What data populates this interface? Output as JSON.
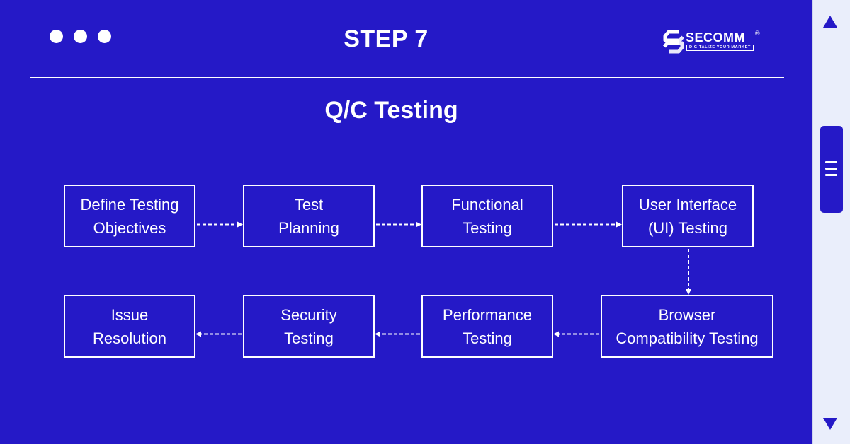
{
  "header": {
    "step_title": "STEP 7",
    "logo": {
      "name": "SECOMM",
      "registered": "®",
      "tagline": "DIGITALIZE YOUR MARKET"
    }
  },
  "subtitle": "Q/C Testing",
  "flow": {
    "nodes": [
      {
        "id": "define",
        "label": "Define Testing\nObjectives"
      },
      {
        "id": "planning",
        "label": "Test\nPlanning"
      },
      {
        "id": "functional",
        "label": "Functional\nTesting"
      },
      {
        "id": "ui",
        "label": "User Interface\n(UI) Testing"
      },
      {
        "id": "browser",
        "label": "Browser\nCompatibility Testing"
      },
      {
        "id": "performance",
        "label": "Performance\nTesting"
      },
      {
        "id": "security",
        "label": "Security\nTesting"
      },
      {
        "id": "issue",
        "label": "Issue\nResolution"
      }
    ],
    "edges": [
      {
        "from": "define",
        "to": "planning",
        "style": "dashed"
      },
      {
        "from": "planning",
        "to": "functional",
        "style": "dashed"
      },
      {
        "from": "functional",
        "to": "ui",
        "style": "dashed"
      },
      {
        "from": "ui",
        "to": "browser",
        "style": "dashed"
      },
      {
        "from": "browser",
        "to": "performance",
        "style": "dashed"
      },
      {
        "from": "performance",
        "to": "security",
        "style": "dashed"
      },
      {
        "from": "security",
        "to": "issue",
        "style": "dashed"
      }
    ]
  },
  "colors": {
    "background": "#2519c7",
    "foreground": "#ffffff",
    "scroll_panel": "#eaeefb"
  },
  "scrollbar": {
    "up_icon": "triangle-up-icon",
    "down_icon": "triangle-down-icon",
    "thumb_icon": "grip-lines-icon"
  }
}
